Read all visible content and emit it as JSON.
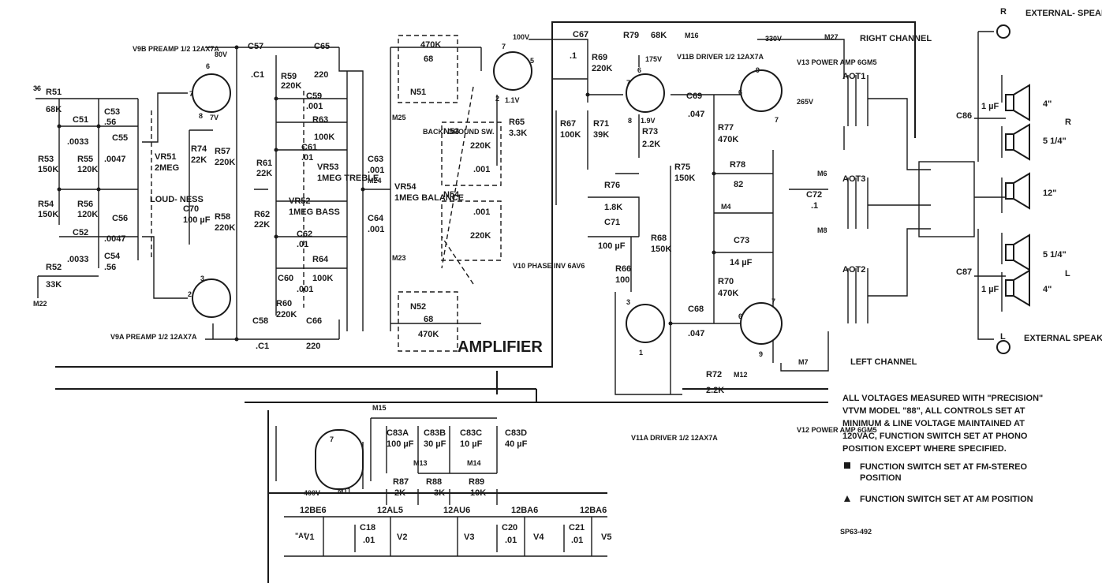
{
  "title": "AMPLIFIER",
  "figure_id": "SP63-492",
  "channels": {
    "right": "RIGHT CHANNEL",
    "left": "LEFT CHANNEL"
  },
  "external_speakers": [
    {
      "jack": "R",
      "label": "EXTERNAL- SPEAKER"
    },
    {
      "jack": "L",
      "label": "EXTERNAL SPEAKER"
    }
  ],
  "tubes": [
    {
      "ref": "V9B",
      "label": "V9B PREAMP 1/2 12AX7A",
      "pins": [
        "6",
        "7",
        "8"
      ],
      "voltages": [
        "80V",
        "7V"
      ]
    },
    {
      "ref": "V9A",
      "label": "V9A PREAMP 1/2 12AX7A",
      "pins": [
        "3",
        "2"
      ]
    },
    {
      "ref": "V10",
      "label": "V10 PHASE INV 6AV6",
      "pins": [
        "7",
        "5",
        "2"
      ],
      "voltages": [
        "100V",
        "1.1V"
      ]
    },
    {
      "ref": "V11B",
      "label": "V11B DRIVER 1/2 12AX7A",
      "pins": [
        "7",
        "6",
        "8"
      ],
      "voltages": [
        "175V",
        "1.9V"
      ]
    },
    {
      "ref": "V11A",
      "label": "V11A DRIVER 1/2 12AX7A",
      "pins": [
        "3",
        "1"
      ]
    },
    {
      "ref": "V13",
      "label": "V13 POWER AMP 6GM5",
      "pins": [
        "9",
        "6",
        "7"
      ],
      "voltages": [
        "330V",
        "265V"
      ]
    },
    {
      "ref": "V12",
      "label": "V12 POWER AMP 6GM5",
      "pins": [
        "7",
        "6",
        "9"
      ]
    }
  ],
  "preamp_components": [
    {
      "ref": "R51",
      "value": "68K"
    },
    {
      "ref": "C53",
      "value": ".56"
    },
    {
      "ref": "C51",
      "value": ".0033"
    },
    {
      "ref": "C55",
      "value": ".0047"
    },
    {
      "ref": "R53",
      "value": "150K"
    },
    {
      "ref": "R55",
      "value": "120K"
    },
    {
      "ref": "R54",
      "value": "150K"
    },
    {
      "ref": "R56",
      "value": "120K"
    },
    {
      "ref": "C56",
      "value": ".0047"
    },
    {
      "ref": "C52",
      "value": ".0033"
    },
    {
      "ref": "C54",
      "value": ".56"
    },
    {
      "ref": "R52",
      "value": "33K"
    },
    {
      "ref": "VR51",
      "value": "2MEG"
    },
    {
      "ref": "R74",
      "value": "22K"
    },
    {
      "ref": "C70",
      "value": "100 µF"
    },
    {
      "ref": "R57",
      "value": "220K"
    },
    {
      "ref": "R58",
      "value": "220K"
    }
  ],
  "preamp_labels": {
    "loudness": "LOUD- NESS",
    "pin_ref_top": "36",
    "pin_ref_bottom": "M22"
  },
  "tone_components": [
    {
      "ref": "C57",
      "value": ".C1"
    },
    {
      "ref": "C65",
      "value": "220"
    },
    {
      "ref": "R59",
      "value": "220K"
    },
    {
      "ref": "C59",
      "value": ".001"
    },
    {
      "ref": "R63",
      "value": "100K"
    },
    {
      "ref": "C61",
      "value": ".01"
    },
    {
      "ref": "R61",
      "value": "22K"
    },
    {
      "ref": "VR53",
      "value": "1MEG TREBLE"
    },
    {
      "ref": "C63",
      "value": ".001"
    },
    {
      "ref": "R62",
      "value": "22K"
    },
    {
      "ref": "VR52",
      "value": "1MEG BASS"
    },
    {
      "ref": "C62",
      "value": ".01"
    },
    {
      "ref": "R64",
      "value": "100K"
    },
    {
      "ref": "C60",
      "value": ".001"
    },
    {
      "ref": "R60",
      "value": "220K"
    },
    {
      "ref": "C58",
      "value": ".C1"
    },
    {
      "ref": "C66",
      "value": "220"
    },
    {
      "ref": "C64",
      "value": ".001"
    },
    {
      "ref": "VR54",
      "value": "1MEG BALANCE"
    }
  ],
  "tone_labels": {
    "m24": "M24",
    "m23": "M23",
    "m25": "M25"
  },
  "networks": [
    {
      "ref": "N51",
      "r": "470K",
      "c": "68"
    },
    {
      "ref": "N52",
      "r": "470K",
      "c": "68"
    },
    {
      "ref": "N53",
      "r": "220K",
      "c": ".001"
    },
    {
      "ref": "N54",
      "r": "220K",
      "c": ".001"
    }
  ],
  "switch_label": "BACK- GROUND SW.",
  "driver_components": [
    {
      "ref": "R65",
      "value": "3.3K"
    },
    {
      "ref": "C67",
      "value": ".1"
    },
    {
      "ref": "R69",
      "value": "220K"
    },
    {
      "ref": "R67",
      "value": "100K"
    },
    {
      "ref": "R71",
      "value": "39K"
    },
    {
      "ref": "R79",
      "value": "68K"
    },
    {
      "ref": "R73",
      "value": "2.2K"
    },
    {
      "ref": "C69",
      "value": ".047"
    },
    {
      "ref": "R76",
      "value": "1.8K"
    },
    {
      "ref": "C71",
      "value": "100 µF"
    },
    {
      "ref": "R75",
      "value": "150K"
    },
    {
      "ref": "R68",
      "value": "150K"
    },
    {
      "ref": "R66",
      "value": "100"
    },
    {
      "ref": "C68",
      "value": ".047"
    },
    {
      "ref": "R72",
      "value": "2.2K"
    }
  ],
  "output_components": [
    {
      "ref": "R77",
      "value": "470K"
    },
    {
      "ref": "R78",
      "value": "82"
    },
    {
      "ref": "C73",
      "value": "14 µF"
    },
    {
      "ref": "R70",
      "value": "470K"
    },
    {
      "ref": "C72",
      "value": ".1"
    },
    {
      "ref": "C86",
      "value": "1 µF"
    },
    {
      "ref": "C87",
      "value": "1 µF"
    }
  ],
  "transformers": [
    "AOT1",
    "AOT3",
    "AOT2"
  ],
  "test_points": [
    "M16",
    "M27",
    "M6",
    "M4",
    "M8",
    "M7",
    "M12",
    "M15",
    "M13",
    "M14",
    "M11"
  ],
  "speakers": [
    {
      "size": "4\""
    },
    {
      "size": "5 1/4\""
    },
    {
      "size": "12\""
    },
    {
      "size": "5 1/4\""
    },
    {
      "size": "4\""
    }
  ],
  "speaker_group_labels": [
    "R",
    "L"
  ],
  "power_supply": [
    {
      "ref": "C83A",
      "value": "100 µF"
    },
    {
      "ref": "C83B",
      "value": "30 µF"
    },
    {
      "ref": "C83C",
      "value": "10 µF"
    },
    {
      "ref": "C83D",
      "value": "40 µF"
    },
    {
      "ref": "R87",
      "value": "2K"
    },
    {
      "ref": "R88",
      "value": "3K"
    },
    {
      "ref": "R89",
      "value": "10K"
    }
  ],
  "power_labels": {
    "b_plus": "400V",
    "rect_pin": "7",
    "filament": "\"A\""
  },
  "heater_string": [
    {
      "tube": "12BE6",
      "ref": "V1"
    },
    {
      "tube": "12AL5",
      "ref": "V2"
    },
    {
      "tube": "12AU6",
      "ref": "V3"
    },
    {
      "tube": "12BA6",
      "ref": "V4"
    },
    {
      "tube": "12BA6",
      "ref": "V5"
    }
  ],
  "heater_caps": [
    {
      "ref": "C18",
      "value": ".01"
    },
    {
      "ref": "C20",
      "value": ".01"
    },
    {
      "ref": "C21",
      "value": ".01"
    }
  ],
  "notes": {
    "main": [
      "ALL VOLTAGES MEASURED WITH \"PRECISION\"",
      "VTVM MODEL \"88\", ALL CONTROLS SET AT",
      "MINIMUM & LINE VOLTAGE MAINTAINED AT",
      "120VAC, FUNCTION SWITCH SET AT PHONO",
      "POSITION EXCEPT WHERE SPECIFIED."
    ],
    "square": [
      "FUNCTION SWITCH SET AT FM-STEREO",
      "POSITION"
    ],
    "triangle": "FUNCTION SWITCH SET AT AM POSITION"
  }
}
